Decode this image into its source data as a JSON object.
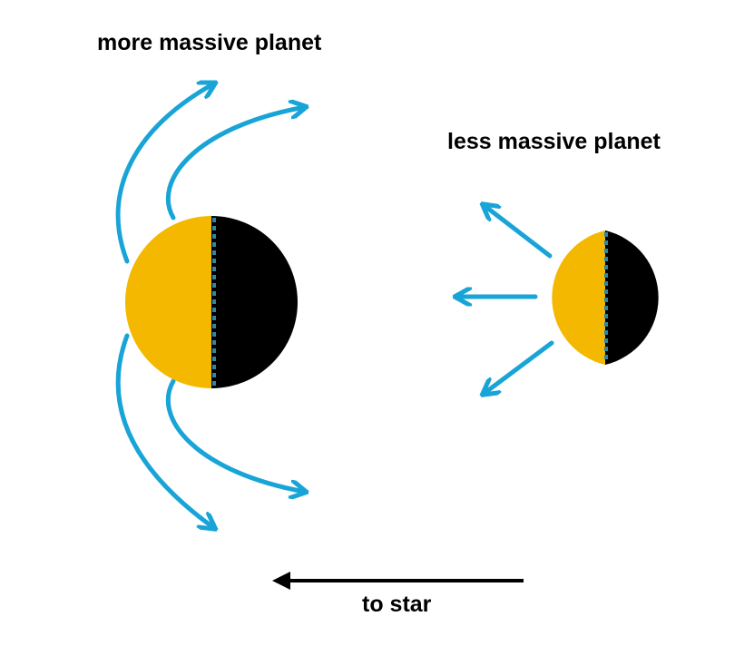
{
  "labels": {
    "more_massive": "more massive planet",
    "less_massive": "less massive planet",
    "to_star": "to star"
  },
  "colors": {
    "day_side": "#F5B800",
    "night_side": "#000000",
    "flow_arrow": "#19A4D8",
    "terminator": "#2E86A6",
    "star_arrow": "#000000"
  }
}
